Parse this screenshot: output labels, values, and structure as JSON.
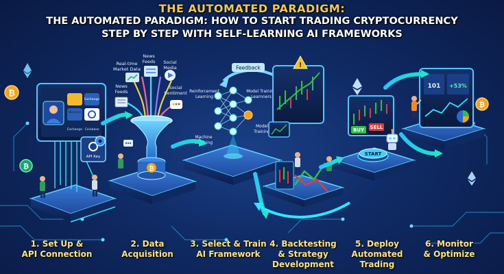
{
  "header": {
    "kicker": "THE AUTOMATED PARADIGM:",
    "line1": "THE AUTOMATED PARADIGM: HOW TO START TRADING CRYPTOCURRENCY",
    "line2": "STEP BY STEP WITH SELF-LEARNING AI FRAMEWORKS"
  },
  "steps": [
    {
      "line1": "1. Set Up &",
      "line2": "API Connection"
    },
    {
      "line1": "2. Data",
      "line2": "Acquisition"
    },
    {
      "line1": "3. Select & Train",
      "line2": "AI Framework"
    },
    {
      "line1": "4. Backtesting",
      "line2": "& Strategy",
      "line3": "Development"
    },
    {
      "line1": "5. Deploy",
      "line2": "Automated",
      "line3": "Trading"
    },
    {
      "line1": "6. Monitor",
      "line2": "& Optimize"
    }
  ],
  "step1": {
    "exchange_labels": [
      "Exchange",
      "Binance",
      "Exchange",
      "Coinbase"
    ],
    "api_key": "API Key"
  },
  "step2": {
    "sources": {
      "realtime_1": "Real-time",
      "realtime_2": "Market Data",
      "news_top_1": "News",
      "news_top_2": "Feeds",
      "news_left_1": "News",
      "news_left_2": "Feeds",
      "social_1": "Social",
      "social_2": "Media",
      "sentiment_1": "Social",
      "sentiment_2": "Sentiment"
    }
  },
  "step3": {
    "feedback": "Feedback",
    "rl_1": "Reinforcement",
    "rl_2": "Learning",
    "mt_1": "Model Training",
    "mt_2": "Learnners",
    "ml_1": "Machine",
    "ml_2": "Learning",
    "mtr_1": "Model",
    "mtr_2": "Training"
  },
  "step5": {
    "buy": "BUY",
    "sell": "SELL",
    "start": "START"
  },
  "step6": {
    "stat_1": "101",
    "stat_2": "+53%"
  },
  "colors": {
    "title_accent": "#f2c94c",
    "step_label": "#ffe27a",
    "neon": "#2ee6ff",
    "platform_top": "#2a5fb8",
    "buy": "#2fbf4a",
    "sell": "#e23b3b"
  }
}
